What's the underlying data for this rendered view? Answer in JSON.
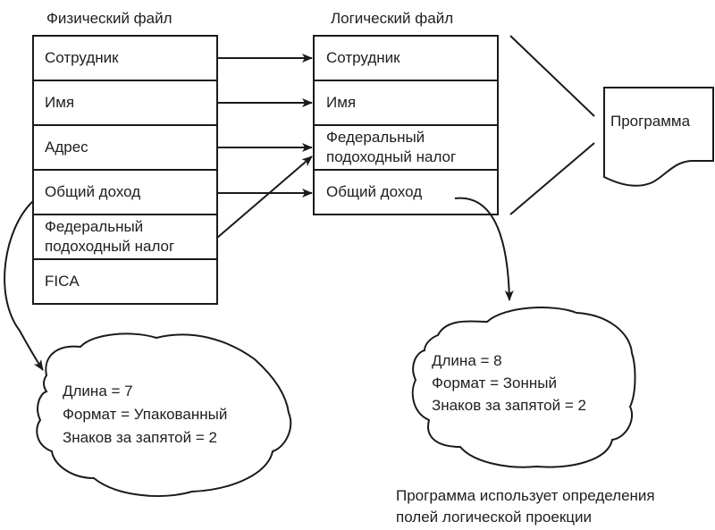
{
  "physical_file": {
    "title": "Физический файл",
    "fields": [
      {
        "line1": "Сотрудник",
        "line2": ""
      },
      {
        "line1": "Имя",
        "line2": ""
      },
      {
        "line1": "Адрес",
        "line2": ""
      },
      {
        "line1": "Общий доход",
        "line2": ""
      },
      {
        "line1": "Федеральный",
        "line2": "подоходный налог"
      },
      {
        "line1": "FICA",
        "line2": ""
      }
    ]
  },
  "logical_file": {
    "title": "Логический файл",
    "fields": [
      {
        "line1": "Сотрудник",
        "line2": ""
      },
      {
        "line1": "Имя",
        "line2": ""
      },
      {
        "line1": "Федеральный",
        "line2": "подоходный налог"
      },
      {
        "line1": "Общий доход",
        "line2": ""
      }
    ]
  },
  "program": {
    "label": "Программа"
  },
  "physical_note": {
    "lines": [
      "Длина = 7",
      "Формат = Упакованный",
      "Знаков за запятой = 2"
    ]
  },
  "logical_note": {
    "lines": [
      "Длина = 8",
      "Формат = Зонный",
      "Знаков за запятой = 2"
    ]
  },
  "caption": {
    "line1": "Программа использует определения",
    "line2": "полей логической проекции"
  },
  "mappings": [
    {
      "from": "Сотрудник",
      "to": "Сотрудник"
    },
    {
      "from": "Имя",
      "to": "Имя"
    },
    {
      "from": "Адрес",
      "to": "Федеральный подоходный налог"
    },
    {
      "from": "Общий доход",
      "to": "Общий доход"
    },
    {
      "from": "Федеральный подоходный налог",
      "to": "Федеральный подоходный налог"
    }
  ]
}
